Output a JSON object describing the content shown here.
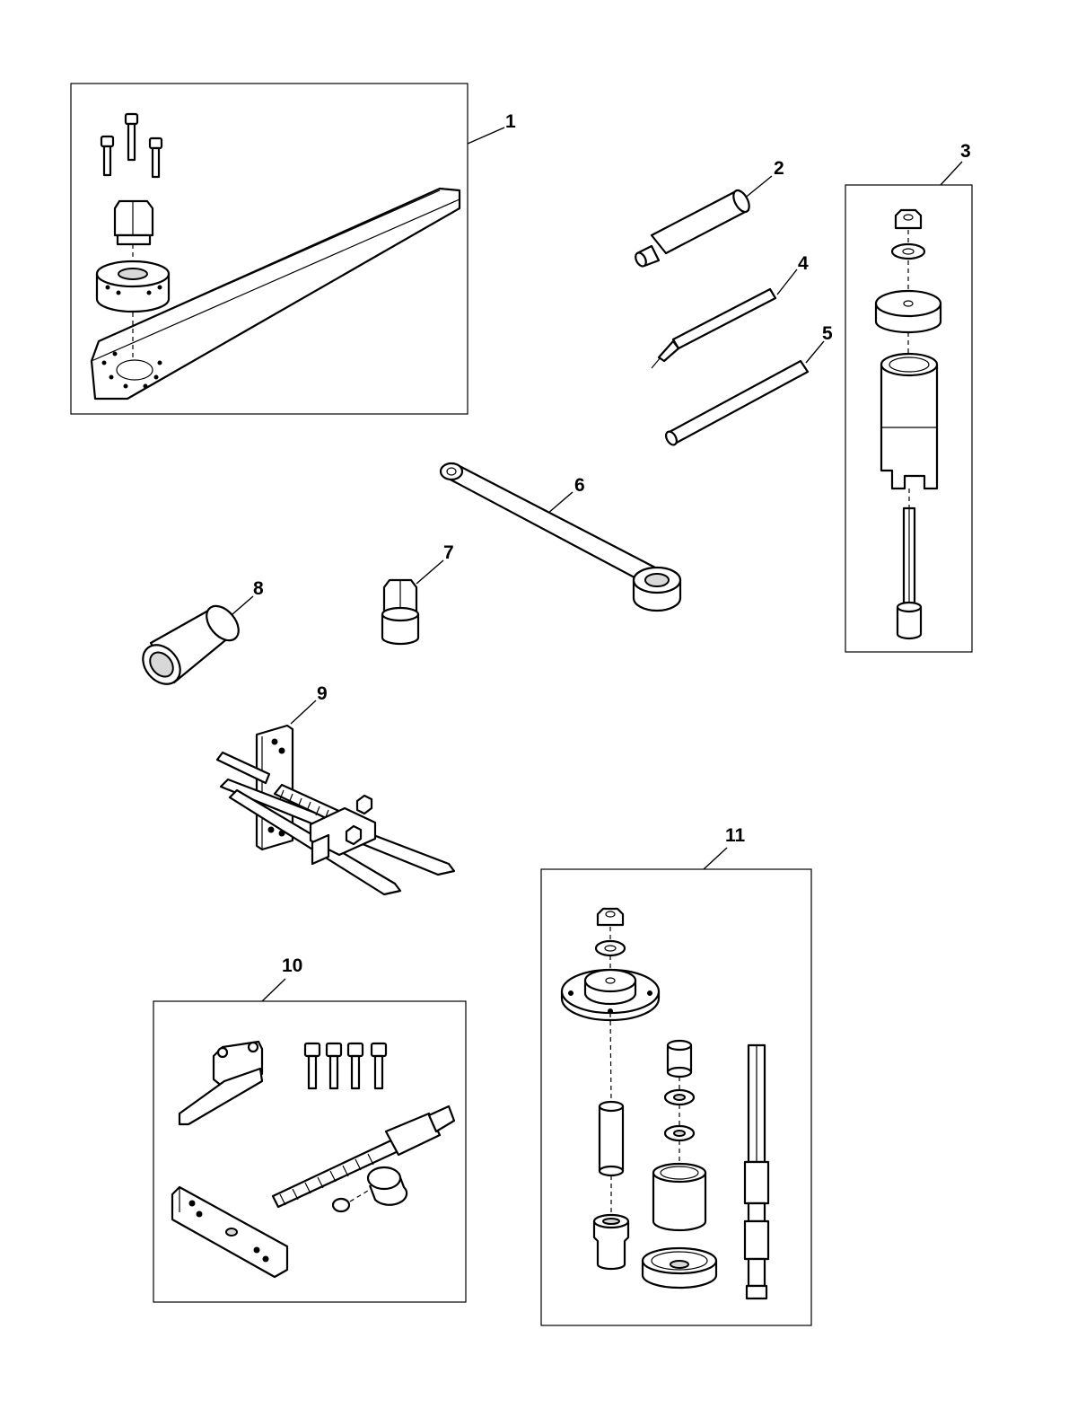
{
  "callouts": [
    {
      "id": "1",
      "label": "1"
    },
    {
      "id": "2",
      "label": "2"
    },
    {
      "id": "3",
      "label": "3"
    },
    {
      "id": "4",
      "label": "4"
    },
    {
      "id": "5",
      "label": "5"
    },
    {
      "id": "6",
      "label": "6"
    },
    {
      "id": "7",
      "label": "7"
    },
    {
      "id": "8",
      "label": "8"
    },
    {
      "id": "9",
      "label": "9"
    },
    {
      "id": "10",
      "label": "10"
    },
    {
      "id": "11",
      "label": "11"
    }
  ],
  "colors": {
    "line": "#000000",
    "background": "#ffffff",
    "shade": "#d8d8d8"
  }
}
